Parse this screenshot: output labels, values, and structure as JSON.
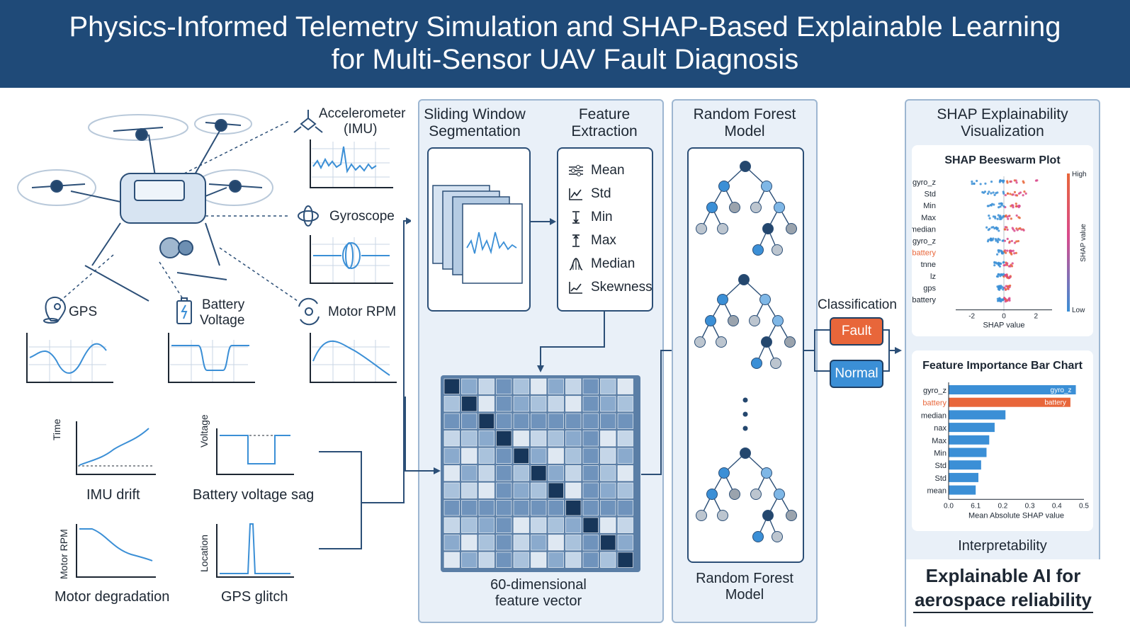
{
  "header": {
    "title_line1": "Physics-Informed Telemetry Simulation and SHAP-Based Explainable Learning",
    "title_line2": "for Multi-Sensor UAV Fault Diagnosis"
  },
  "sensors": {
    "accelerometer": "Accelerometer",
    "accelerometer_sub": "(IMU)",
    "gyroscope": "Gyroscope",
    "gps": "GPS",
    "battery_line1": "Battery",
    "battery_line2": "Voltage",
    "motor": "Motor RPM"
  },
  "faults": {
    "imu_drift": "IMU drift",
    "imu_drift_axis": "Time",
    "battery_sag": "Battery voltage sag",
    "battery_sag_axis": "Voltage",
    "motor_deg": "Motor degradation",
    "motor_deg_axis": "Motor RPM",
    "gps_glitch": "GPS glitch",
    "gps_glitch_axis": "Location"
  },
  "sliding": {
    "title_line1": "Sliding Window",
    "title_line2": "Segmentation"
  },
  "features": {
    "title_line1": "Feature",
    "title_line2": "Extraction",
    "items": [
      "Mean",
      "Std",
      "Min",
      "Max",
      "Median",
      "Skewness"
    ]
  },
  "vector": {
    "label_line1": "60-dimensional",
    "label_line2": "feature vector"
  },
  "rf": {
    "title_line1": "Random Forest",
    "title_line2": "Model",
    "bottom_line1": "Random Forest",
    "bottom_line2": "Model"
  },
  "classification": {
    "title": "Classification",
    "fault": "Fault",
    "normal": "Normal"
  },
  "shap": {
    "title_line1": "SHAP Explainability",
    "title_line2": "Visualization",
    "interpretability": "Interpretability",
    "footer_line1": "Explainable AI for",
    "footer_line2": "aerospace reliability"
  },
  "chart_data": [
    {
      "type": "scatter",
      "title": "SHAP Beeswarm Plot",
      "xlabel": "SHAP value",
      "ylabel": "",
      "colorbar_label": "SHAP value",
      "colorbar_high": "High",
      "colorbar_low": "Low",
      "xlim": [
        -3,
        3
      ],
      "xticks": [
        "-2",
        "0",
        "2"
      ],
      "categories": [
        "gyro_z",
        "Std",
        "Min",
        "Max",
        "median",
        "gyro_z",
        "battery",
        "tnne",
        "lz",
        "gps",
        "battery"
      ],
      "spread": [
        2.2,
        1.4,
        1.0,
        1.0,
        1.3,
        1.0,
        0.8,
        0.6,
        0.5,
        0.4,
        0.4
      ],
      "highlight_index": 6
    },
    {
      "type": "bar",
      "title": "Feature Importance Bar Chart",
      "xlabel": "Mean Absolute SHAP value",
      "ylabel": "",
      "xlim": [
        0,
        0.5
      ],
      "xticks": [
        "0.0",
        "6.1",
        "0.2",
        "0.3",
        "0.4",
        "0.5"
      ],
      "categories": [
        "gyro_z",
        "battery",
        "median",
        "nax",
        "Max",
        "Min",
        "Std",
        "Std",
        "mean"
      ],
      "values": [
        0.47,
        0.45,
        0.21,
        0.17,
        0.15,
        0.14,
        0.12,
        0.11,
        0.1
      ],
      "bar_labels": [
        "gyro_z",
        "battery",
        "",
        "",
        "",
        "",
        "",
        "",
        ""
      ],
      "highlight_index": 1
    }
  ],
  "colors": {
    "header_bg": "#1f4a78",
    "accent_blue": "#3b8fd6",
    "fault_orange": "#e8663a",
    "panel_bg": "#e9f0f8",
    "dark_navy": "#24476e"
  }
}
